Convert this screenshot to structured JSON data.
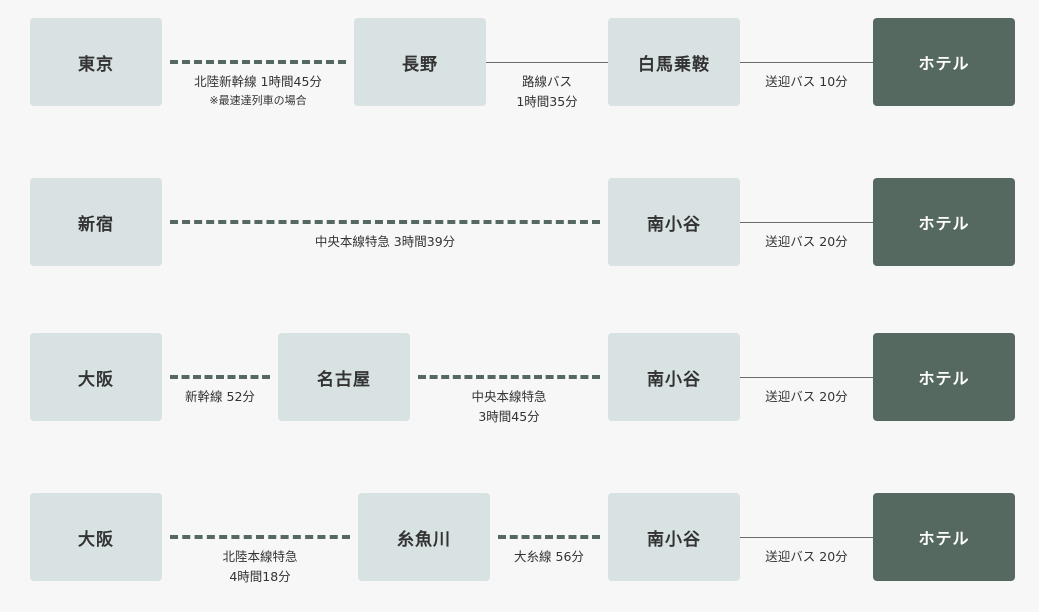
{
  "rows": [
    {
      "stations": [
        "東京",
        "長野",
        "白馬乗鞍",
        "ホテル"
      ],
      "segments": [
        {
          "style": "dashed",
          "lines": [
            "北陸新幹線 1時間45分"
          ],
          "note": "※最速達列車の場合"
        },
        {
          "style": "solid",
          "lines": [
            "路線バス",
            "1時間35分"
          ]
        },
        {
          "style": "solid",
          "lines": [
            "送迎バス 10分"
          ]
        }
      ]
    },
    {
      "stations": [
        "新宿",
        "南小谷",
        "ホテル"
      ],
      "segments": [
        {
          "style": "dashed",
          "lines": [
            "中央本線特急 3時間39分"
          ]
        },
        {
          "style": "solid",
          "lines": [
            "送迎バス 20分"
          ]
        }
      ]
    },
    {
      "stations": [
        "大阪",
        "名古屋",
        "南小谷",
        "ホテル"
      ],
      "segments": [
        {
          "style": "dashed",
          "lines": [
            "新幹線 52分"
          ]
        },
        {
          "style": "dashed",
          "lines": [
            "中央本線特急",
            "3時間45分"
          ]
        },
        {
          "style": "solid",
          "lines": [
            "送迎バス 20分"
          ]
        }
      ]
    },
    {
      "stations": [
        "大阪",
        "糸魚川",
        "南小谷",
        "ホテル"
      ],
      "segments": [
        {
          "style": "dashed",
          "lines": [
            "北陸本線特急",
            "4時間18分"
          ]
        },
        {
          "style": "dashed",
          "lines": [
            "大糸線 56分"
          ]
        },
        {
          "style": "solid",
          "lines": [
            "送迎バス 20分"
          ]
        }
      ]
    }
  ]
}
